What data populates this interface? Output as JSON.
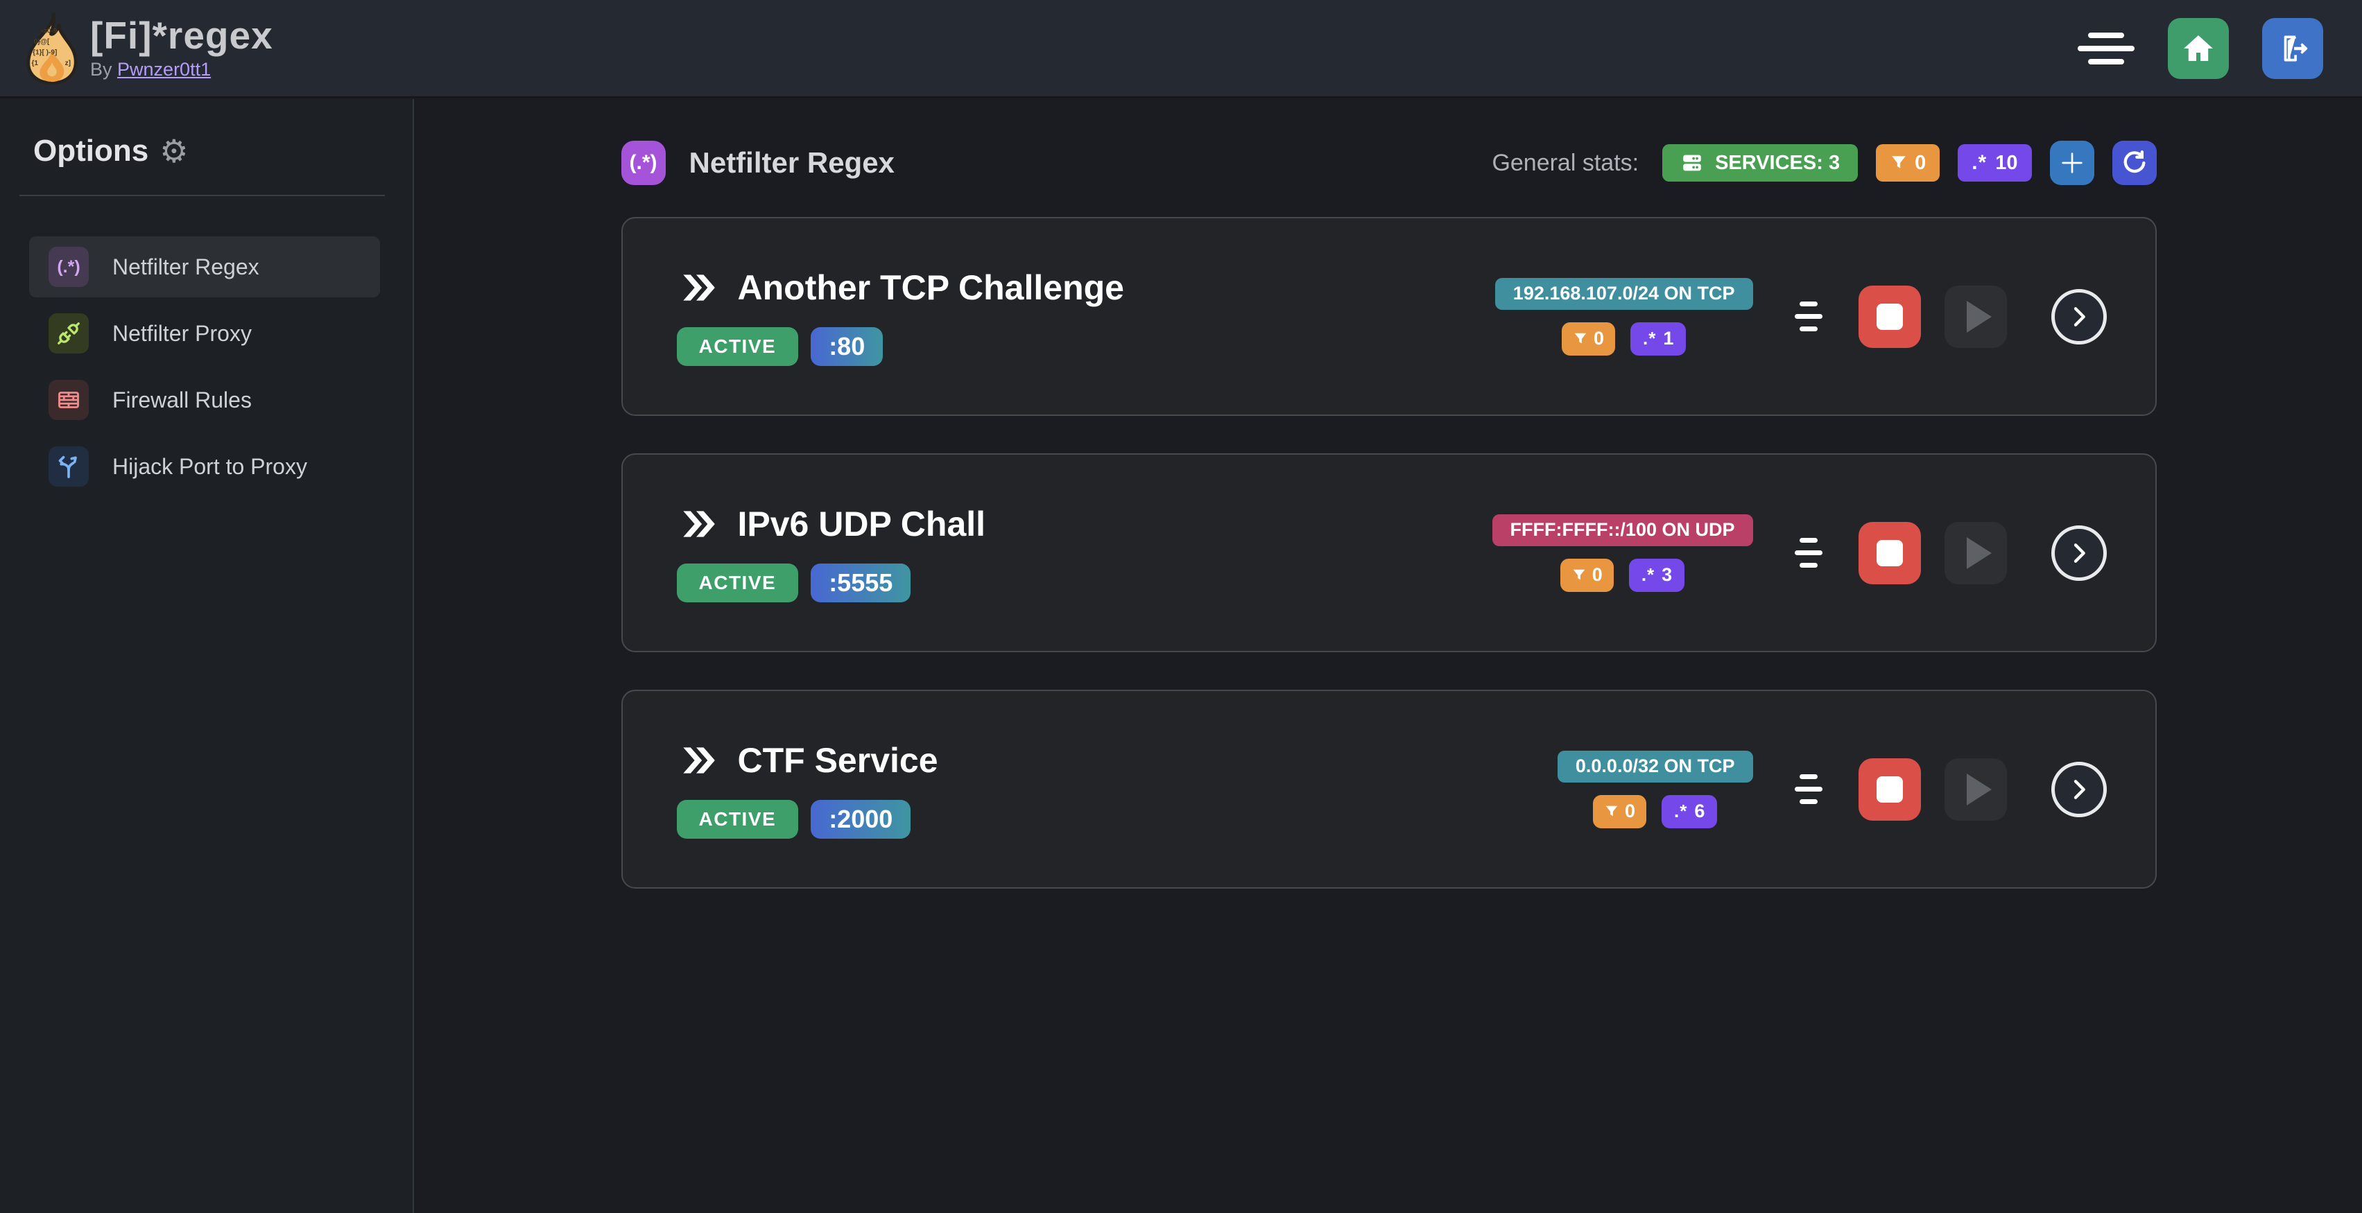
{
  "topbar": {
    "title": "[Fi]*regex",
    "byline_prefix": "By",
    "author": "Pwnzer0tt1"
  },
  "sidebar": {
    "heading": "Options",
    "items": [
      {
        "label": "Netfilter Regex",
        "selected": true
      },
      {
        "label": "Netfilter Proxy",
        "selected": false
      },
      {
        "label": "Firewall Rules",
        "selected": false
      },
      {
        "label": "Hijack Port to Proxy",
        "selected": false
      }
    ],
    "regex_icon_glyph": "(.*)"
  },
  "main": {
    "section_title": "Netfilter Regex",
    "section_icon_glyph": "(.*)",
    "stats": {
      "label": "General stats:",
      "services_badge": "SERVICES: 3",
      "filters_count": "0",
      "regex_glyph": ".*",
      "regex_count": "10"
    },
    "services": [
      {
        "name": "Another TCP Challenge",
        "status": "ACTIVE",
        "port": ":80",
        "cidr": "192.168.107.0/24 ON TCP",
        "filters_count": "0",
        "regex_glyph": ".*",
        "regex_count": "1"
      },
      {
        "name": "IPv6 UDP Chall",
        "status": "ACTIVE",
        "port": ":5555",
        "cidr": "FFFF:FFFF::/100 ON UDP",
        "filters_count": "0",
        "regex_glyph": ".*",
        "regex_count": "3"
      },
      {
        "name": "CTF Service",
        "status": "ACTIVE",
        "port": ":2000",
        "cidr": "0.0.0.0/32 ON TCP",
        "filters_count": "0",
        "regex_glyph": ".*",
        "regex_count": "6"
      }
    ]
  },
  "colors": {
    "active_green": "#3f9f6a",
    "services_green": "#4aa052",
    "filter_orange": "#e8963f",
    "regex_violet": "#7549e9",
    "cidr_teal": "#3f8f9f",
    "cidr_pink": "#bb4067",
    "stop_red": "#da5048",
    "home_green": "#3f9d6c",
    "logout_blue": "#3e73c8",
    "add_blue": "#3678c0",
    "refresh_indigo": "#4755d2",
    "section_purple": "#a553d8"
  }
}
